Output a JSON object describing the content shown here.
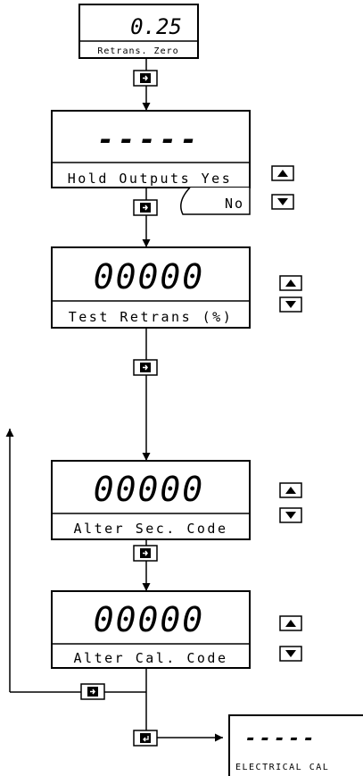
{
  "displays": [
    {
      "value": "0.25",
      "label": "Retrans. Zero"
    },
    {
      "value": "-----",
      "label": "Hold Outputs Yes",
      "alt_option": "No"
    },
    {
      "value": "00000",
      "label": "Test Retrans (%)"
    },
    {
      "value": "00000",
      "label": "Alter Sec. Code"
    },
    {
      "value": "00000",
      "label": "Alter Cal. Code"
    },
    {
      "value": "-----",
      "label": "ELECTRICAL CAL"
    }
  ],
  "icons": {
    "advance": "advance-key-icon",
    "return": "return-key-icon",
    "up": "up-arrow-key-icon",
    "down": "down-arrow-key-icon"
  }
}
